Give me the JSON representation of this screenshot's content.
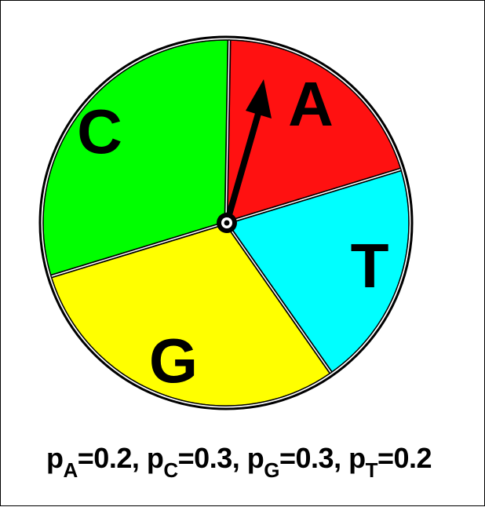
{
  "slices": [
    {
      "label": "A",
      "probability": 0.2,
      "color": "#FF1111"
    },
    {
      "label": "T",
      "probability": 0.2,
      "color": "#00FFFF"
    },
    {
      "label": "G",
      "probability": 0.3,
      "color": "#FFFF00"
    },
    {
      "label": "C",
      "probability": 0.3,
      "color": "#00FF00"
    }
  ],
  "probabilities": [
    {
      "p": "p",
      "sub": "A",
      "value": "=0.2",
      "sep": ", "
    },
    {
      "p": "p",
      "sub": "C",
      "value": "=0.3",
      "sep": ", "
    },
    {
      "p": "p",
      "sub": "G",
      "value": "=0.3",
      "sep": ", "
    },
    {
      "p": "p",
      "sub": "T",
      "value": "=0.2",
      "sep": ""
    }
  ],
  "pointer_icon": "arrow-icon"
}
